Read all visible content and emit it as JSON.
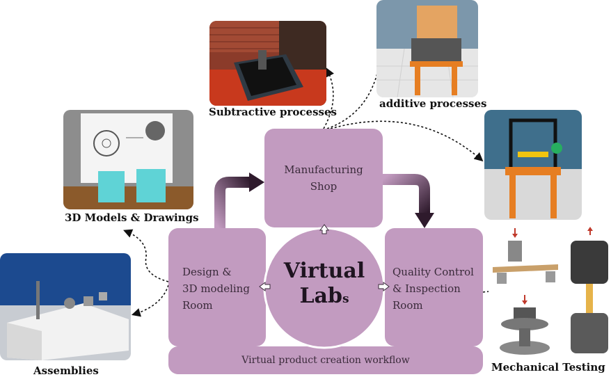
{
  "center": {
    "title_line1": "Virtual",
    "title_line2_main": "Lab",
    "title_line2_suffix": "s"
  },
  "boxes": {
    "manufacturing_line1": "Manufacturing",
    "manufacturing_line2": "Shop",
    "design_line1": "Design &",
    "design_line2": "3D modeling",
    "design_line3": "Room",
    "quality_line1": "Quality Control",
    "quality_line2": "& Inspection",
    "quality_line3": "Room",
    "workflow": "Virtual product creation workflow"
  },
  "captions": {
    "subtractive": "Subtractive processes",
    "additive": "additive processes",
    "models": "3D Models & Drawings",
    "assemblies": "Assemblies",
    "testing": "Mechanical Testing"
  },
  "colors": {
    "box_fill": "#c29bc0",
    "arrow_dark": "#2e1a2c",
    "text": "#3a2a3a"
  }
}
